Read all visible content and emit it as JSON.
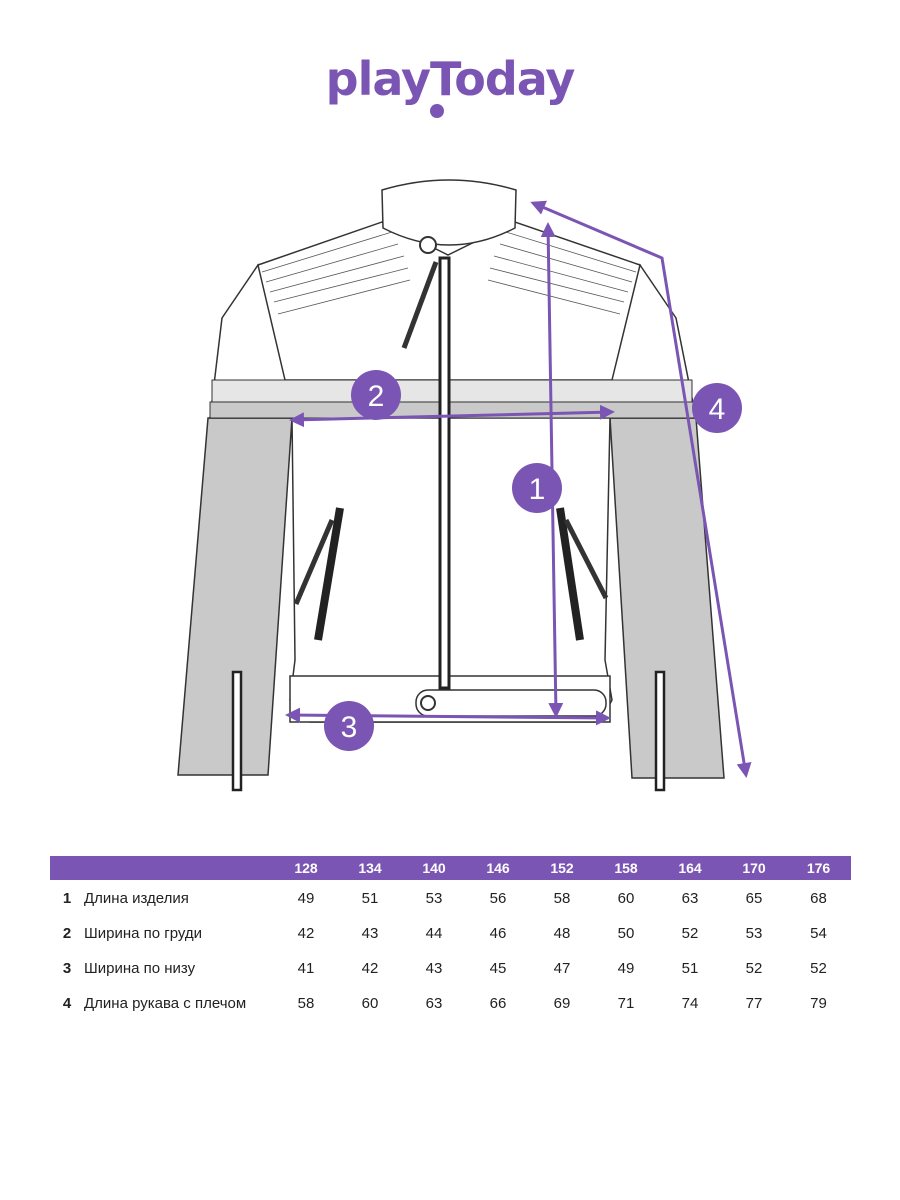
{
  "brand": {
    "name": "playToday",
    "color": "#7b55b3"
  },
  "markers": [
    {
      "id": "1",
      "label": "1"
    },
    {
      "id": "2",
      "label": "2"
    },
    {
      "id": "3",
      "label": "3"
    },
    {
      "id": "4",
      "label": "4"
    }
  ],
  "table": {
    "sizes": [
      "128",
      "134",
      "140",
      "146",
      "152",
      "158",
      "164",
      "170",
      "176"
    ],
    "rows": [
      {
        "num": "1",
        "label": "Длина изделия",
        "values": [
          "49",
          "51",
          "53",
          "56",
          "58",
          "60",
          "63",
          "65",
          "68"
        ]
      },
      {
        "num": "2",
        "label": "Ширина по груди",
        "values": [
          "42",
          "43",
          "44",
          "46",
          "48",
          "50",
          "52",
          "53",
          "54"
        ]
      },
      {
        "num": "3",
        "label": "Ширина по низу",
        "values": [
          "41",
          "42",
          "43",
          "45",
          "47",
          "49",
          "51",
          "52",
          "52"
        ]
      },
      {
        "num": "4",
        "label": "Длина рукава с плечом",
        "values": [
          "58",
          "60",
          "63",
          "66",
          "69",
          "71",
          "74",
          "77",
          "79"
        ]
      }
    ]
  }
}
